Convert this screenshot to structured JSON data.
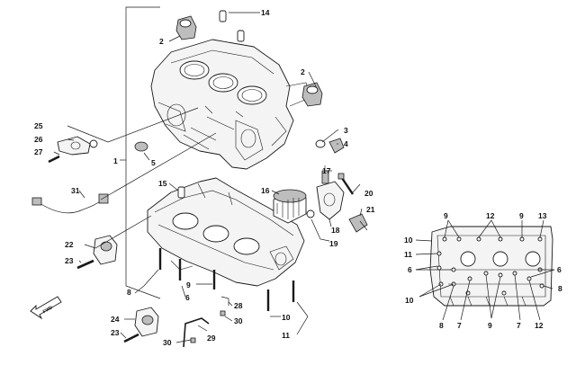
{
  "diagram": {
    "fwd_label": "FWD",
    "callouts": {
      "c1": "1",
      "c2a": "2",
      "c2b": "2",
      "c3": "3",
      "c4": "4",
      "c5": "5",
      "c6": "6",
      "c8": "8",
      "c9": "9",
      "c10": "10",
      "c11": "11",
      "c14": "14",
      "c15": "15",
      "c16": "16",
      "c17": "17",
      "c18": "18",
      "c19": "19",
      "c20": "20",
      "c21": "21",
      "c22": "22",
      "c23a": "23",
      "c23b": "23",
      "c24": "24",
      "c25": "25",
      "c26": "26",
      "c27": "27",
      "c28": "28",
      "c29": "29",
      "c30a": "30",
      "c30b": "30",
      "c31": "31"
    },
    "bolt_pattern": {
      "c9a": "9",
      "c12a": "12",
      "c9b": "9",
      "c13": "13",
      "c10a": "10",
      "c11": "11",
      "c6a": "6",
      "c6b": "6",
      "c8a": "8",
      "c10b": "10",
      "c8b": "8",
      "c7a": "7",
      "c9c": "9",
      "c7b": "7",
      "c12b": "12"
    }
  }
}
